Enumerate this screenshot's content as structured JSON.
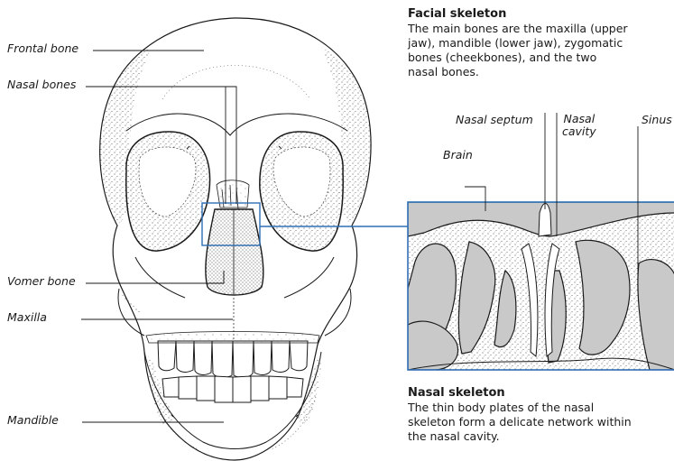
{
  "labels": {
    "frontal_bone": "Frontal bone",
    "nasal_bones": "Nasal bones",
    "vomer_bone": "Vomer bone",
    "maxilla": "Maxilla",
    "mandible": "Mandible",
    "brain": "Brain",
    "nasal_septum": "Nasal septum",
    "nasal_cavity_1": "Nasal",
    "nasal_cavity_2": "cavity",
    "sinus": "Sinus"
  },
  "facial_skeleton": {
    "title": "Facial skeleton",
    "body_lines": [
      "The main bones are the maxilla (upper",
      "jaw), mandible (lower jaw), zygomatic",
      "bones (cheekbones), and the two",
      "nasal bones."
    ]
  },
  "nasal_skeleton": {
    "title": "Nasal skeleton",
    "body_lines": [
      "The thin body plates of the nasal",
      "skeleton form a delicate network within",
      "the nasal cavity."
    ]
  },
  "colors": {
    "line": "#1a1a1a",
    "cavity_fill": "#c9c9c9",
    "zoom_frame": "#2f6fb5"
  }
}
